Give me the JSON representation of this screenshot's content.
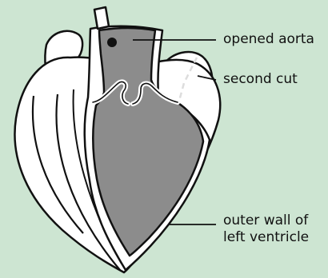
{
  "diagram": {
    "labels": {
      "opened_aorta": "opened aorta",
      "second_cut": "second cut",
      "outer_wall_line1": "outer wall of",
      "outer_wall_line2": "left ventricle"
    },
    "colors": {
      "background": "#cde5d2",
      "tissue": "#ffffff",
      "cavity": "#8c8c8c",
      "outline": "#111111"
    }
  }
}
